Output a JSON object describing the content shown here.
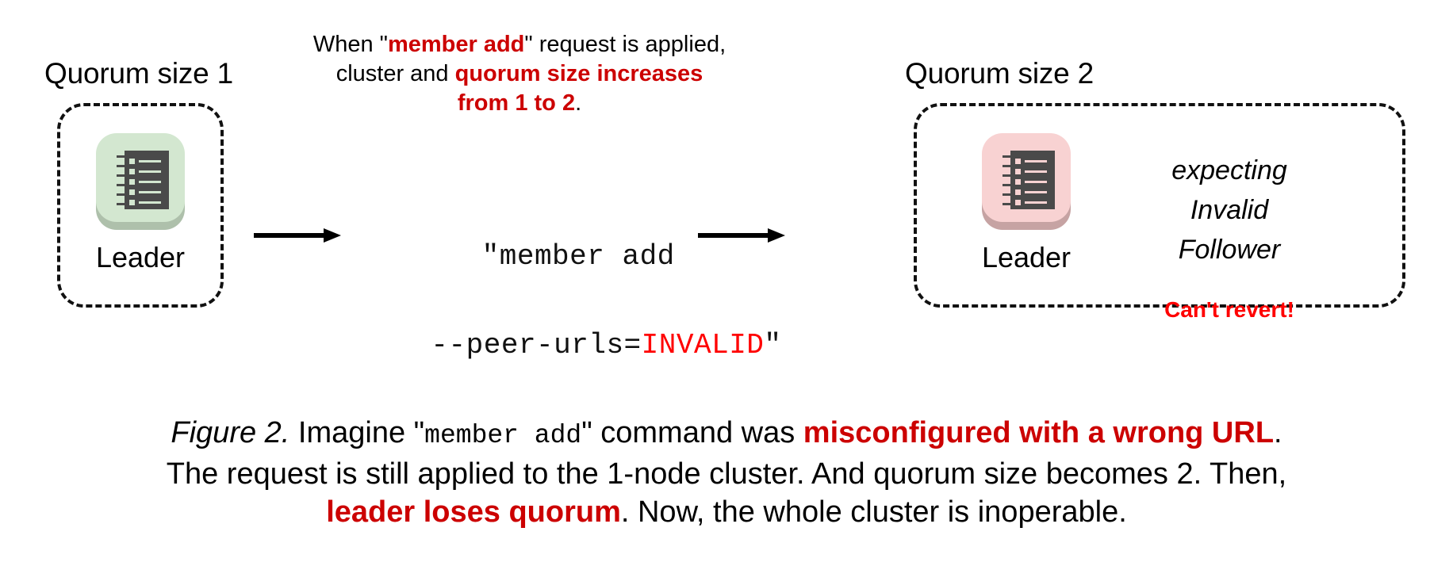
{
  "figure": {
    "left_cluster": {
      "title": "Quorum size 1",
      "node": {
        "label": "Leader",
        "icon": "ledger-icon",
        "tile_color": "#d3e7d0",
        "tile_shadow_color": "#aec0ab",
        "glyph_color": "#4a4a4a"
      }
    },
    "right_cluster": {
      "title": "Quorum size 2",
      "node": {
        "label": "Leader",
        "icon": "ledger-icon",
        "tile_color": "#f8d2d2",
        "tile_shadow_color": "#c6a3a3",
        "glyph_color": "#4a4a4a"
      },
      "status": {
        "line1": "expecting",
        "line2": "Invalid",
        "line3": "Follower",
        "warning": "Can't revert!",
        "warning_color": "#ff0000"
      }
    },
    "top_note": {
      "seg1": "When \"",
      "seg2_red": "member add",
      "seg3": "\" request is applied,",
      "seg4": "cluster and ",
      "seg5_red": "quorum size increases",
      "seg6_red": "from 1 to 2",
      "seg7": ".",
      "red_color": "#cc0000"
    },
    "command": {
      "line1": "\"member add",
      "line2_prefix": "--peer-urls=",
      "line2_invalid": "INVALID",
      "line2_suffix": "\"",
      "invalid_color": "#ff0000"
    },
    "arrows": {
      "left_arrow": "arrow-right-icon",
      "right_arrow": "arrow-right-icon"
    },
    "caption": {
      "fignum": "Figure 2.",
      "t1": " Imagine \"",
      "mono1": "member add",
      "t2": "\" command was ",
      "red1": "misconfigured with a wrong URL",
      "t3": ".",
      "line2": "The request is still applied to the 1-node cluster. And quorum size becomes 2. Then,",
      "red2": "leader loses quorum",
      "t4": ". Now, the whole cluster is inoperable."
    }
  }
}
